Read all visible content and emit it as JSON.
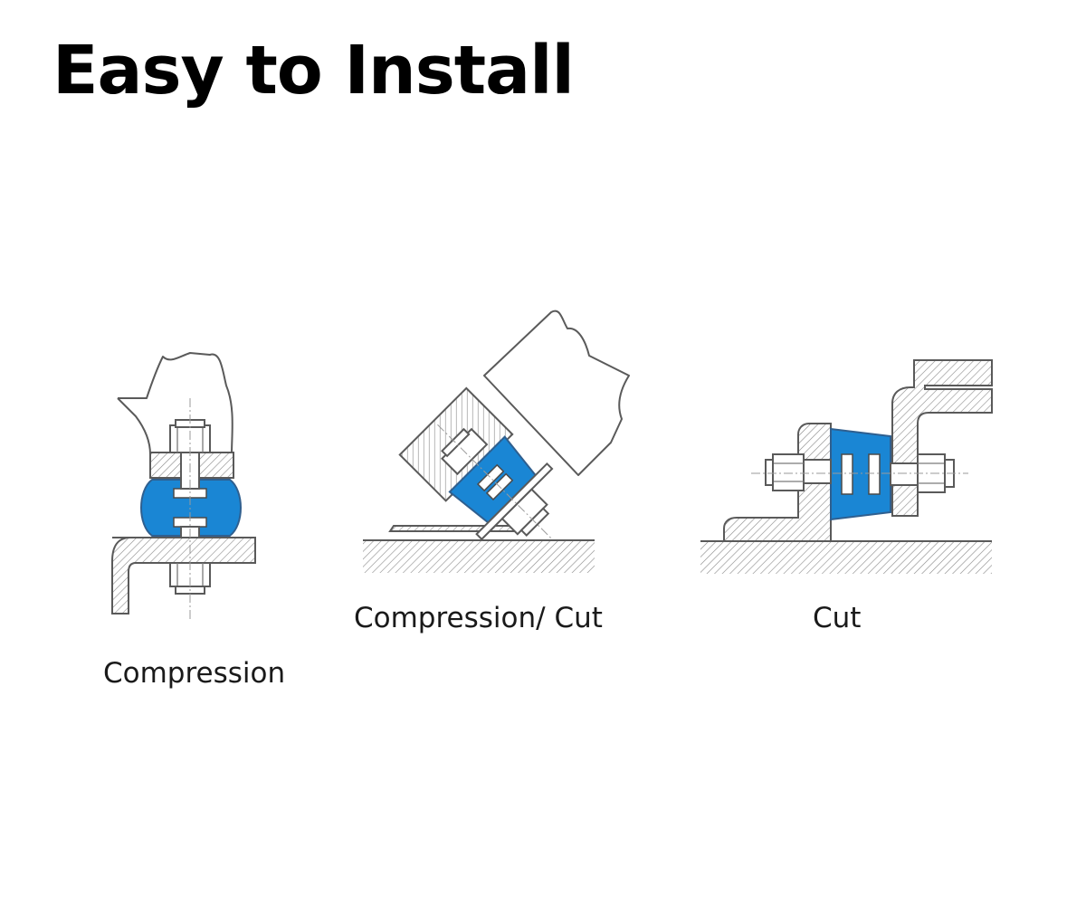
{
  "title": "Easy to Install",
  "captions": {
    "compression": "Compression",
    "compression_cut": "Compression/ Cut",
    "cut": "Cut"
  },
  "colors": {
    "rubber_mount": "#1a86d4",
    "line_art": "#5a5a5a",
    "text": "#000000",
    "background": "#ffffff"
  }
}
